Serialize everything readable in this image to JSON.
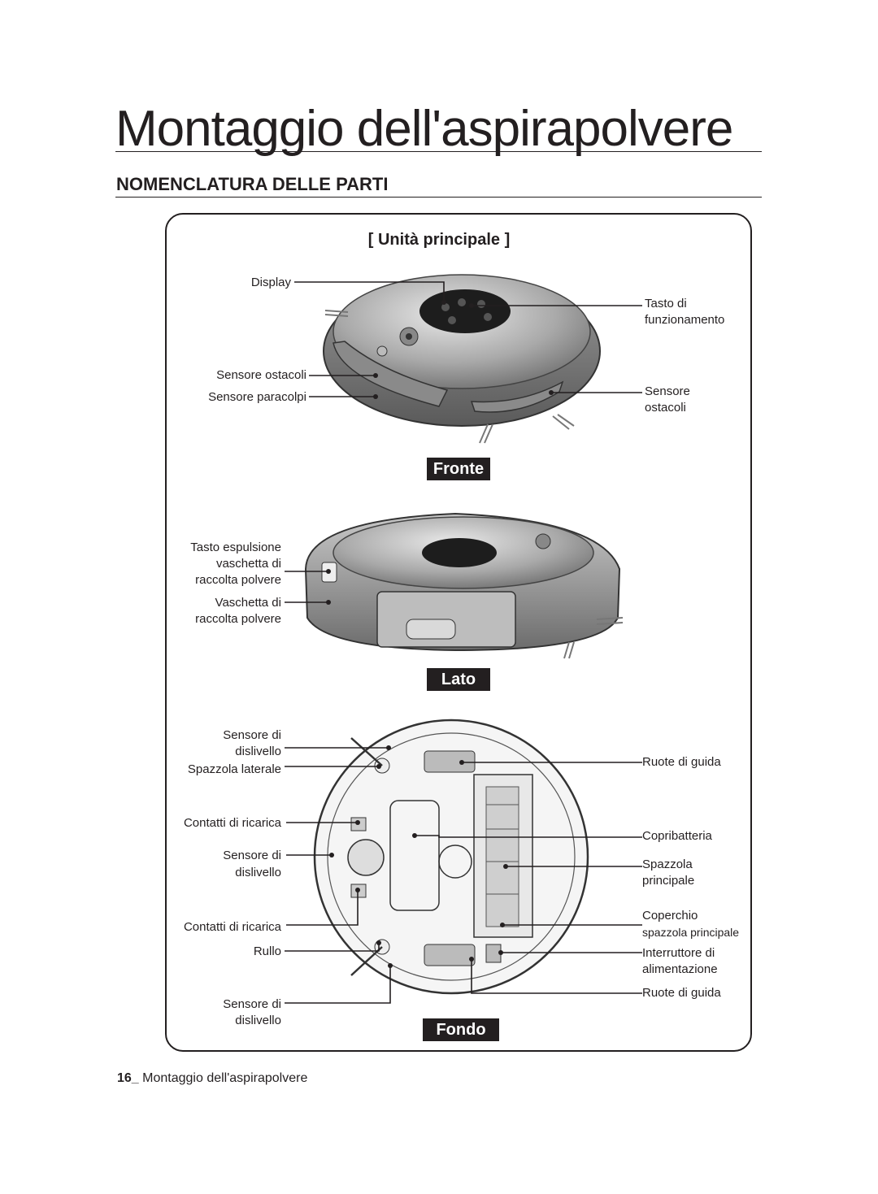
{
  "page": {
    "title": "Montaggio dell'aspirapolvere",
    "section": "NOMENCLATURA DELLE PARTI",
    "panel_title": "[ Unità principale ]",
    "footer_number": "16_",
    "footer_text": "Montaggio dell'aspirapolvere"
  },
  "views": {
    "front": "Fronte",
    "side": "Lato",
    "bottom": "Fondo"
  },
  "front_labels": {
    "display": "Display",
    "tasto_1": "Tasto di",
    "tasto_2": "funzionamento",
    "sensore_ostacoli_left": "Sensore ostacoli",
    "sensore_paracolpi": "Sensore paracolpi",
    "sensore_right_1": "Sensore",
    "sensore_right_2": "ostacoli"
  },
  "side_labels": {
    "tasto_esp_1": "Tasto espulsione",
    "tasto_esp_2": "vaschetta di",
    "tasto_esp_3": "raccolta polvere",
    "vaschetta_1": "Vaschetta di",
    "vaschetta_2": "raccolta polvere"
  },
  "bottom_labels": {
    "sens_disl_a1": "Sensore di",
    "sens_disl_a2": "dislivello",
    "spazzola_laterale": "Spazzola laterale",
    "contatti_a": "Contatti di ricarica",
    "sens_disl_b1": "Sensore di",
    "sens_disl_b2": "dislivello",
    "contatti_b": "Contatti di ricarica",
    "rullo": "Rullo",
    "sens_disl_c1": "Sensore di",
    "sens_disl_c2": "dislivello",
    "ruote_a": "Ruote di guida",
    "copribatteria": "Copribatteria",
    "spazzola_1": "Spazzola",
    "spazzola_2": "principale",
    "coperchio_1": "Coperchio",
    "coperchio_2": "spazzola principale",
    "interruttore_1": "Interruttore di",
    "interruttore_2": "alimentazione",
    "ruote_b": "Ruote di guida"
  }
}
